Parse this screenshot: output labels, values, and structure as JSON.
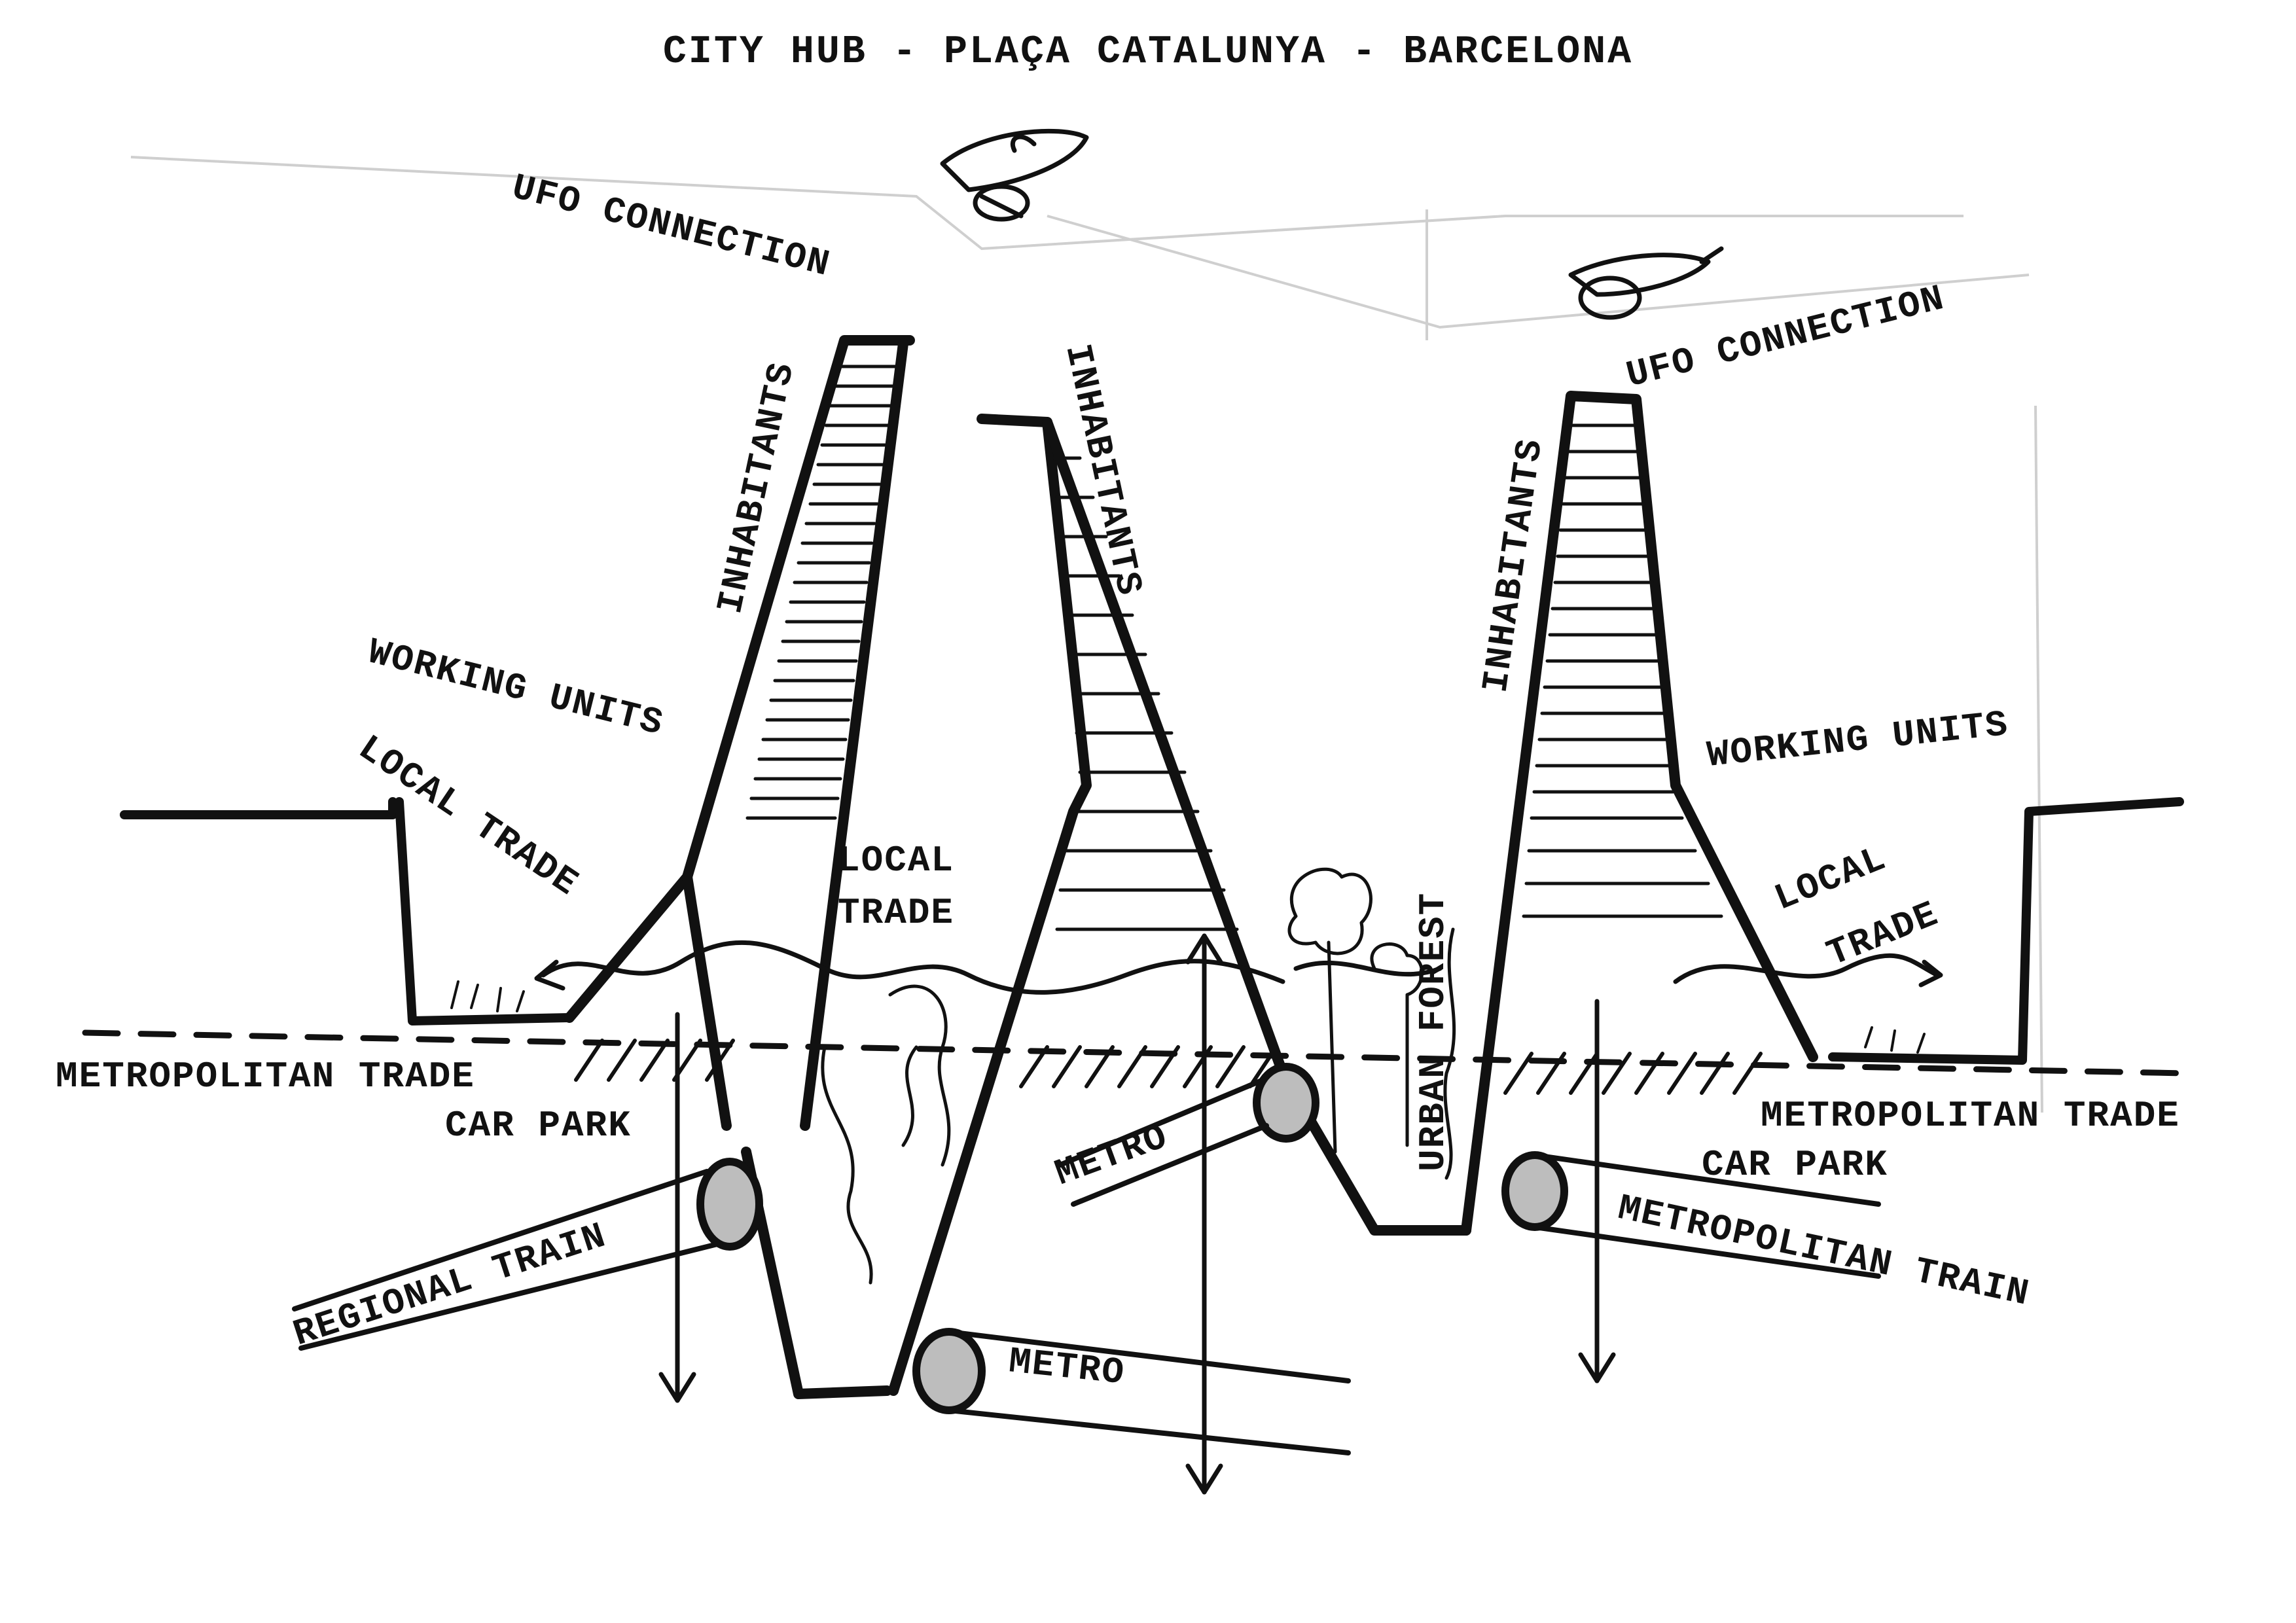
{
  "title": "CITY HUB - PLAÇA CATALUNYA - BARCELONA",
  "labels": {
    "ufo_left": "UFO CONNECTION",
    "ufo_right": "UFO CONNECTION",
    "inhabitants_left": "INHABITANTS",
    "inhabitants_center": "INHABITANTS",
    "inhabitants_right": "INHABITANTS",
    "working_units_left": "WORKING UNITS",
    "working_units_right": "WORKING UNITS",
    "local_trade_left": "LOCAL TRADE",
    "local_trade_center_1": "LOCAL",
    "local_trade_center_2": "TRADE",
    "local_trade_right_1": "LOCAL",
    "local_trade_right_2": "TRADE",
    "urban_forest": "URBAN FOREST",
    "metropolitan_trade_left": "METROPOLITAN TRADE",
    "metropolitan_trade_right": "METROPOLITAN TRADE",
    "car_park_left": "CAR PARK",
    "car_park_right": "CAR PARK",
    "regional_train": "REGIONAL TRAIN",
    "metro_center": "METRO",
    "metro_bottom": "METRO",
    "metropolitan_train": "METROPOLITAN TRAIN"
  }
}
